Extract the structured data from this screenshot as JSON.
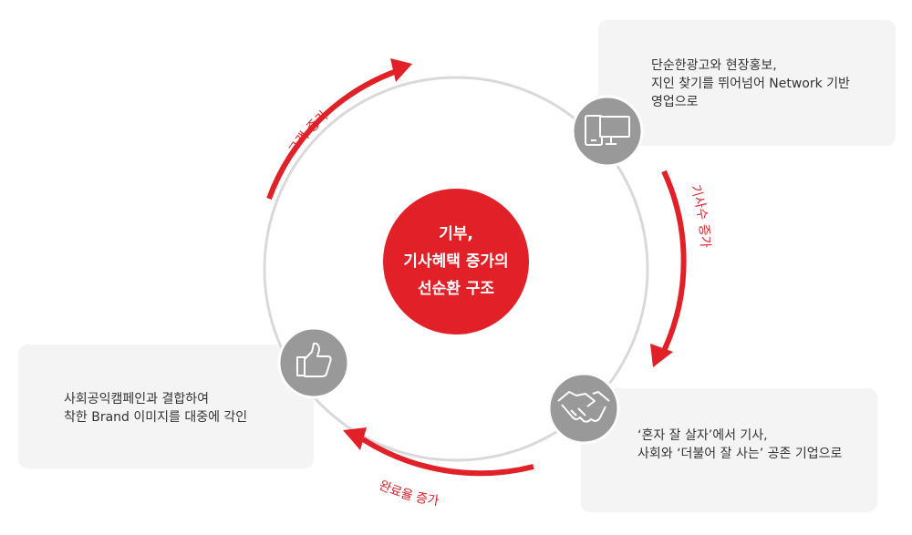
{
  "center": {
    "line1": "기부,",
    "line2": "기사혜택 증가의",
    "line3": "선순환 구조"
  },
  "arrows": {
    "top_left": "고객 증가",
    "right": "기사수 증가",
    "bottom": "완료율  증가"
  },
  "boxes": {
    "top_right": {
      "line1": "단순한광고와 현장홍보,",
      "line2": "지인 찾기를 뛰어넘어 Network 기반",
      "line3": "영업으로"
    },
    "left": {
      "line1": "사회공익캠페인과 결합하여",
      "line2": "착한 Brand 이미지를 대중에 각인"
    },
    "bottom_right": {
      "line1": "‘혼자 잘 살자’에서 기사,",
      "line2": "사회와 ‘더불어 잘 사는’ 공존 기업으로"
    }
  },
  "icons": {
    "top_right": "devices-icon",
    "left": "thumbs-up-icon",
    "bottom_right": "handshake-icon"
  },
  "colors": {
    "accent": "#e22028",
    "ring": "#d9d9d9",
    "icon_circle": "#999999",
    "box_bg": "#f4f4f4"
  }
}
